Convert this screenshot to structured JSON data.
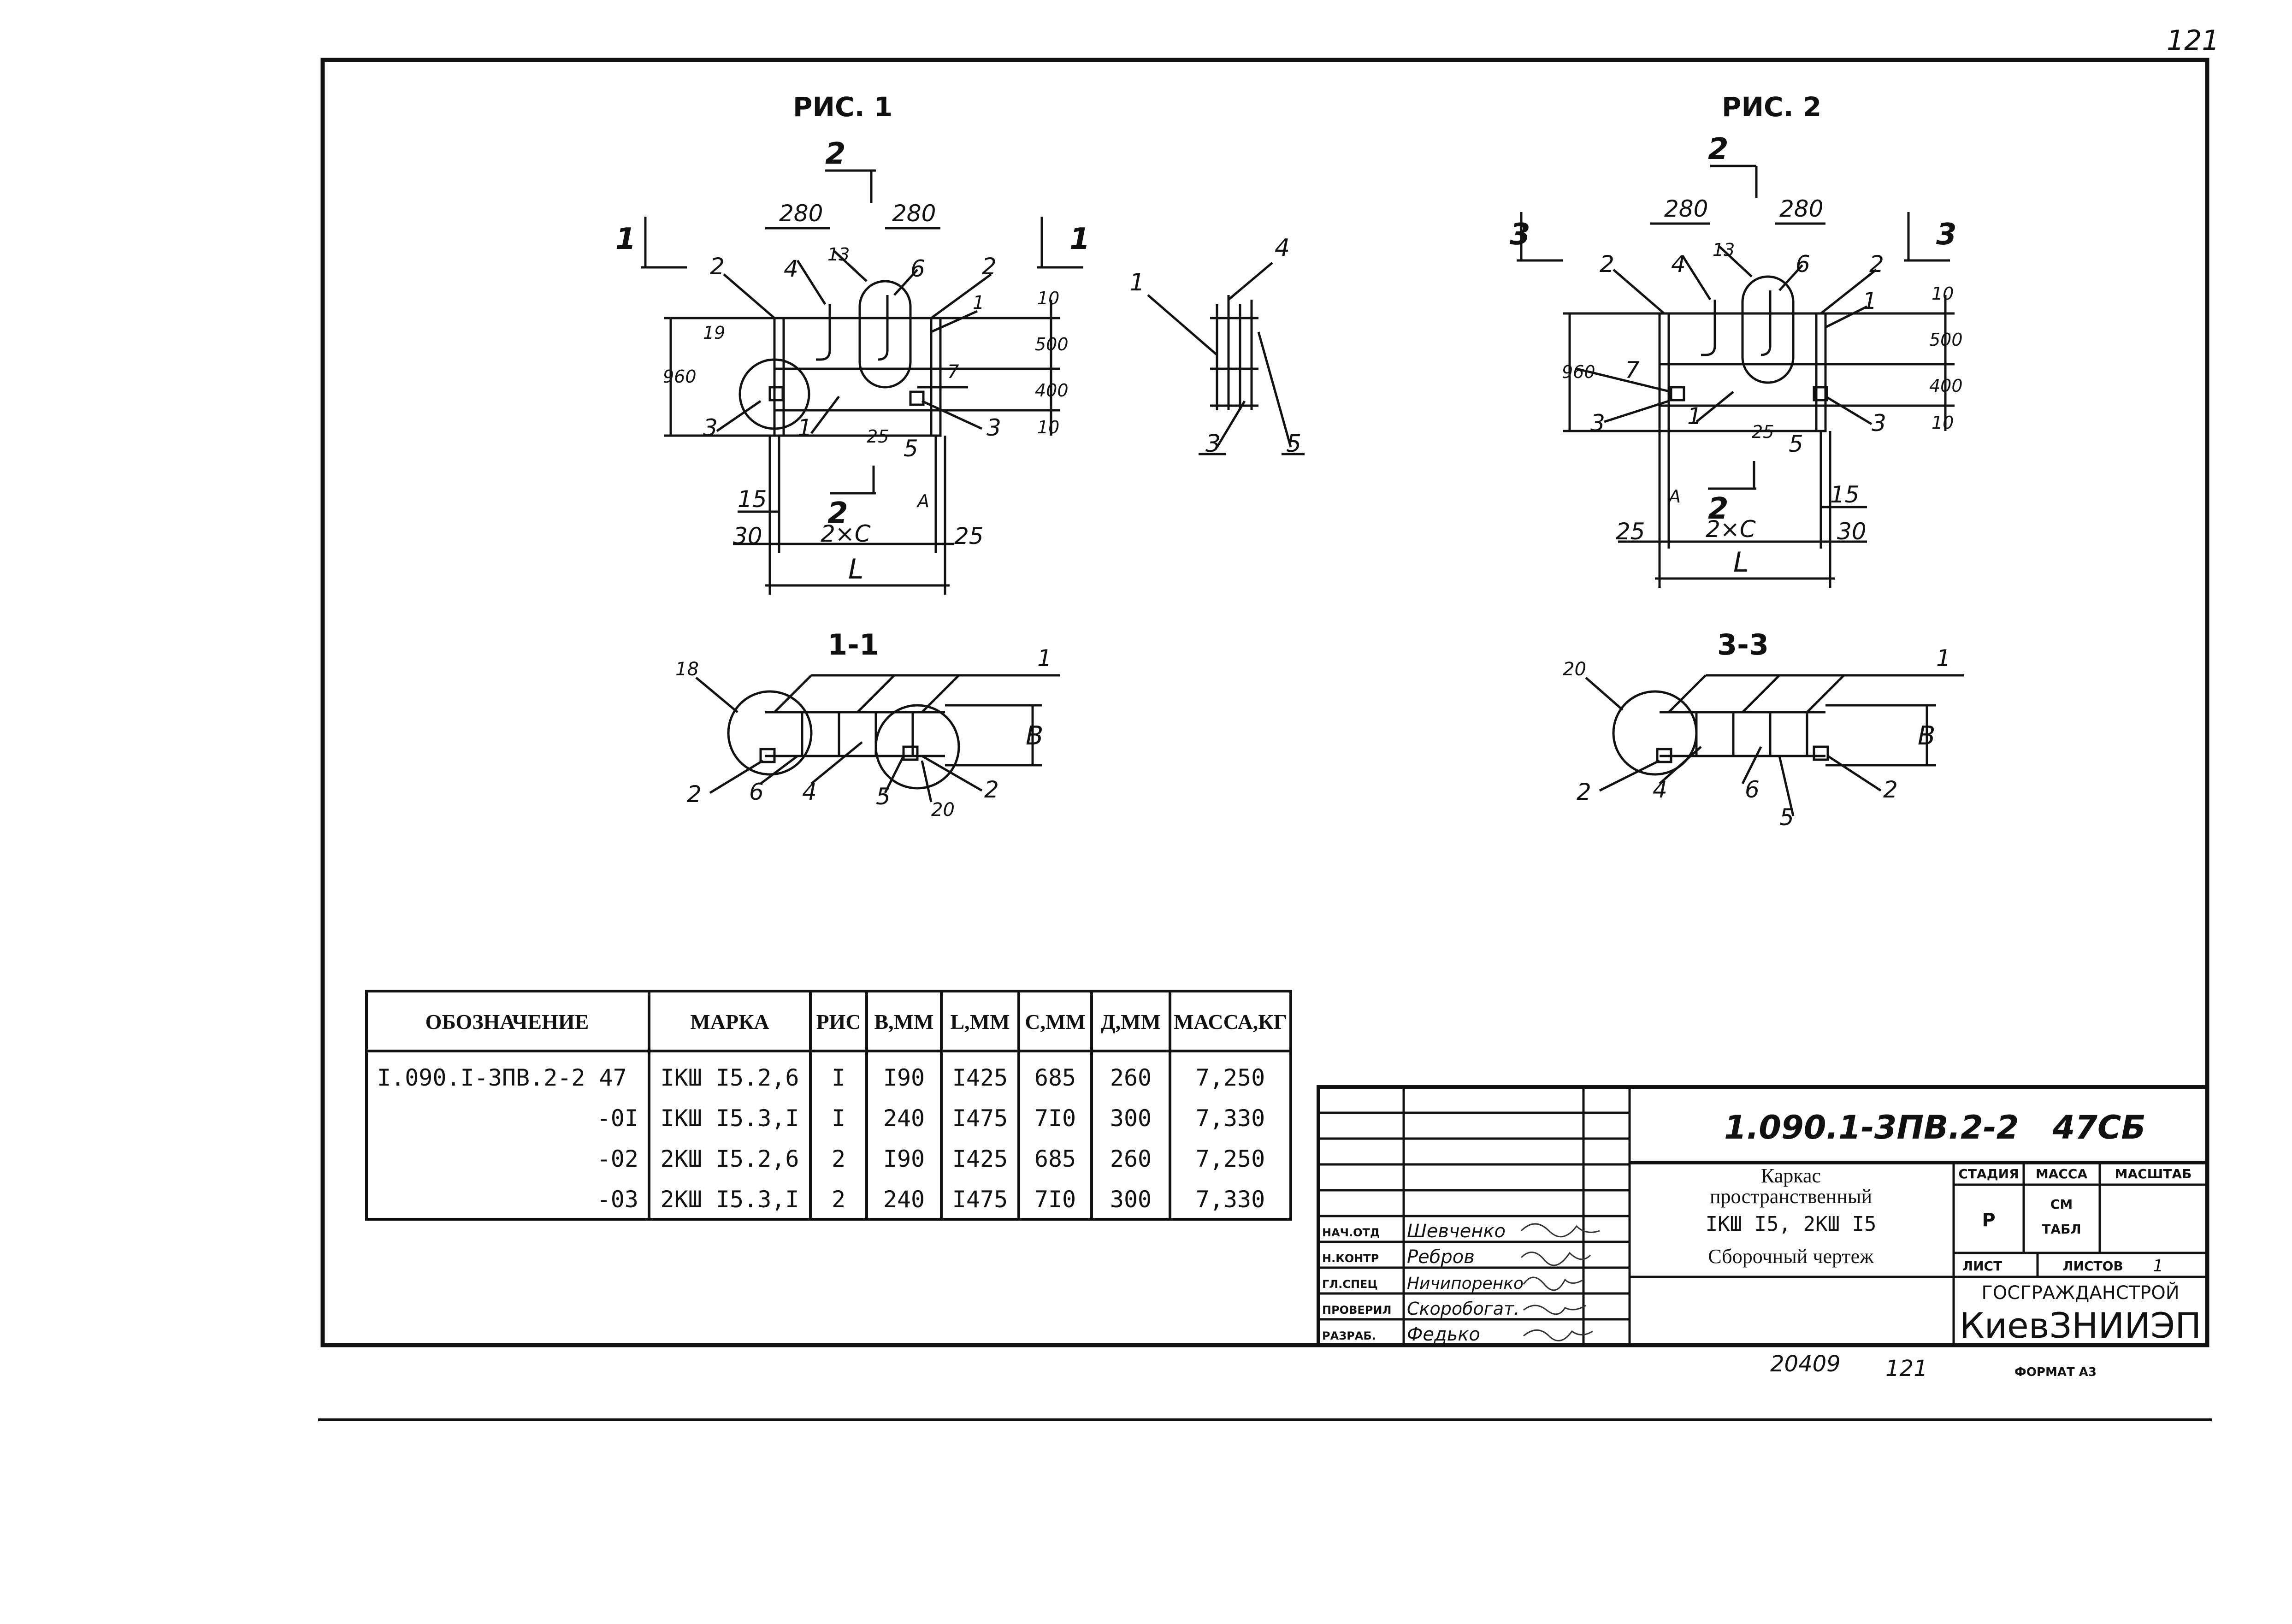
{
  "page_number": "121",
  "figures": {
    "fig1_title": "РИС. 1",
    "fig2_title": "РИС. 2",
    "section_1_1": "1-1",
    "section_3_3": "3-3"
  },
  "fig1": {
    "dims": {
      "d280a": "280",
      "d280b": "280",
      "d960": "960",
      "d500": "500",
      "d400": "400",
      "d10a": "10",
      "d10b": "10",
      "d25": "25",
      "d15": "15",
      "d30": "30",
      "d25b": "25",
      "d2c": "2×C",
      "dL": "L",
      "dA": "A"
    },
    "cuts": {
      "c1a": "1",
      "c1b": "1",
      "c2a": "2",
      "c2b": "2"
    },
    "pos": {
      "p2a": "2",
      "p4": "4",
      "p13": "13",
      "p6": "6",
      "p2b": "2",
      "p1a": "1",
      "p19": "19",
      "p7": "7",
      "p3a": "3",
      "p1b": "1",
      "p5": "5",
      "p3b": "3"
    }
  },
  "side_view": {
    "p1": "1",
    "p4": "4",
    "p3": "3",
    "p5": "5"
  },
  "fig2": {
    "dims": {
      "d280a": "280",
      "d280b": "280",
      "d960": "960",
      "d500": "500",
      "d400": "400",
      "d10a": "10",
      "d10b": "10",
      "d25": "25",
      "d15": "15",
      "d30": "30",
      "d25b": "25",
      "d2c": "2×C",
      "dL": "L",
      "dA": "A"
    },
    "cuts": {
      "c3a": "3",
      "c3b": "3",
      "c2a": "2",
      "c2b": "2"
    },
    "pos": {
      "p2a": "2",
      "p4": "4",
      "p13": "13",
      "p6": "6",
      "p2b": "2",
      "p1a": "1",
      "p7": "7",
      "p3a": "3",
      "p1b": "1",
      "p5": "5",
      "p3b": "3"
    }
  },
  "sec11": {
    "p18": "18",
    "p1": "1",
    "pB": "B",
    "p2a": "2",
    "p6": "6",
    "p4": "4",
    "p5": "5",
    "p20": "20",
    "p2b": "2"
  },
  "sec33": {
    "p20": "20",
    "p1": "1",
    "pB": "B",
    "p2a": "2",
    "p4": "4",
    "p6": "6",
    "p5": "5",
    "p2b": "2"
  },
  "spec_table": {
    "headers": [
      "ОБОЗНАЧЕНИЕ",
      "МАРКА",
      "РИС",
      "В,ММ",
      "L,ММ",
      "С,ММ",
      "Д,ММ",
      "МАССА,КГ"
    ],
    "rows": [
      [
        "I.090.I-3ПВ.2-2 47",
        "IКШ I5.2,6",
        "I",
        "I90",
        "I425",
        "685",
        "260",
        "7,250"
      ],
      [
        "-0I",
        "IКШ I5.3,I",
        "I",
        "240",
        "I475",
        "7I0",
        "300",
        "7,330"
      ],
      [
        "-02",
        "2КШ I5.2,6",
        "2",
        "I90",
        "I425",
        "685",
        "260",
        "7,250"
      ],
      [
        "-03",
        "2КШ I5.3,I",
        "2",
        "240",
        "I475",
        "7I0",
        "300",
        "7,330"
      ]
    ]
  },
  "title_block": {
    "doc_code": "1.090.1-3ПВ.2-2   47СБ",
    "title_line1": "Каркас",
    "title_line2": "пространственный",
    "title_line3": "IКШ I5, 2КШ I5",
    "title_line4": "Сборочный чертеж",
    "stage_header": "СТАДИЯ",
    "mass_header": "МАССА",
    "scale_header": "МАСШТАБ",
    "stage_value": "Р",
    "mass_value_1": "СМ",
    "mass_value_2": "ТАБЛ",
    "sheet_label": "ЛИСТ",
    "sheets_label": "ЛИСТОВ",
    "sheets_value": "1",
    "org_line1": "ГОСГРАЖДАНСТРОЙ",
    "org_line2": "КиевЗНИИЭП",
    "signatures": [
      {
        "role": "НАЧ.ОТД",
        "name": "Шевченко"
      },
      {
        "role": "Н.КОНТР",
        "name": "Ребров"
      },
      {
        "role": "ГЛ.СПЕЦ",
        "name": "Ничипоренко"
      },
      {
        "role": "ПРОВЕРИЛ",
        "name": "Скоробогат."
      },
      {
        "role": "РАЗРАБ.",
        "name": "Федько"
      }
    ]
  },
  "footer": {
    "inventory": "20409",
    "sheet_no": "121",
    "format": "ФОРМАТ А3"
  }
}
